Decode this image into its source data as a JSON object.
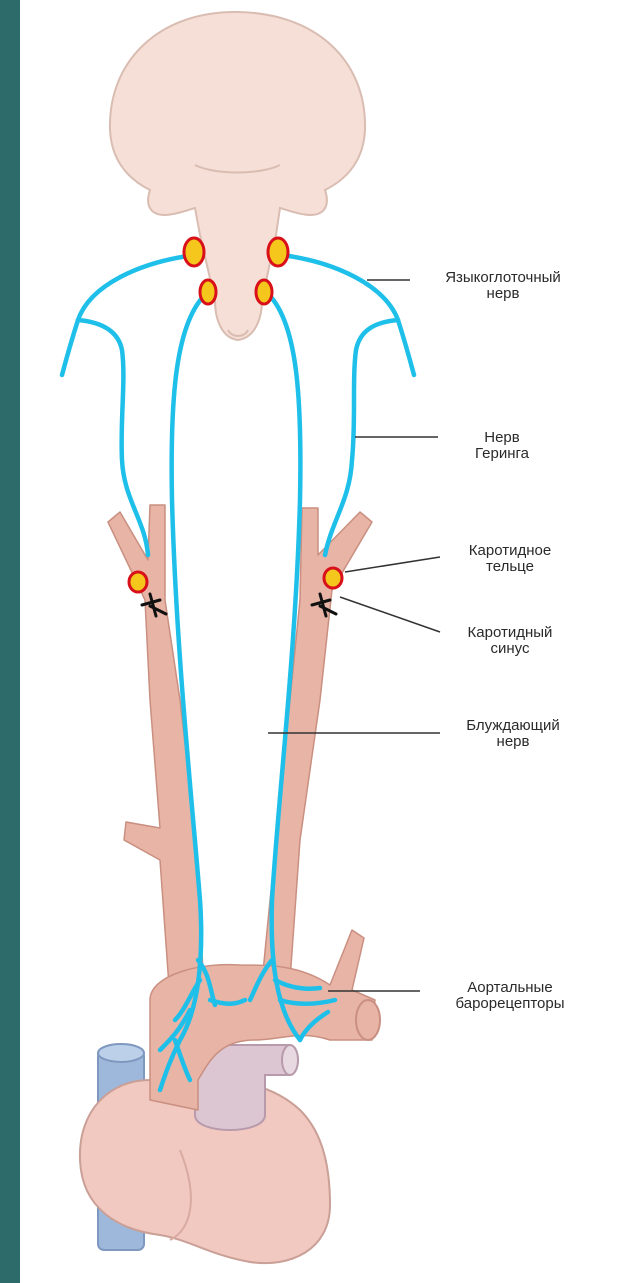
{
  "colors": {
    "side_band": "#2d6a6a",
    "nerve": "#1ec0ea",
    "vessel": "#e8b4a6",
    "vessel_outline": "#c98f80",
    "brain": "#f6dfd6",
    "brain_outline": "#d9bdb2",
    "ganglion_fill": "#f5c61c",
    "ganglion_ring": "#d8101a",
    "heart": "#f2c9c0",
    "vein": "#9eb8dc",
    "pulmonary": "#dcc6d2"
  },
  "labels": {
    "glossopharyngeal": [
      "Языкоглоточный",
      "нерв"
    ],
    "hering": [
      "Нерв",
      "Геринга"
    ],
    "carotid_body": [
      "Каротидное",
      "тельце"
    ],
    "carotid_sinus": [
      "Каротидный",
      "синус"
    ],
    "vagus": [
      "Блуждающий",
      "нерв"
    ],
    "aortic": [
      "Аортальные",
      "барорецепторы"
    ]
  }
}
